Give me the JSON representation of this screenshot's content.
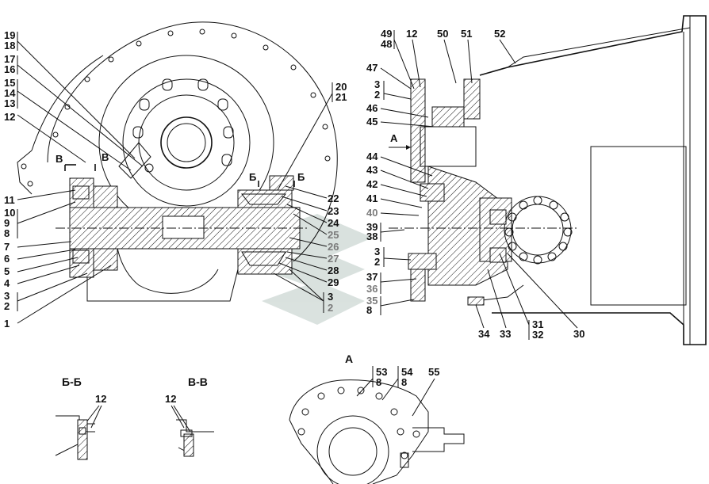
{
  "left_view": {
    "callouts_left": [
      "19",
      "18",
      "17",
      "16",
      "15",
      "14",
      "13",
      "12",
      "11",
      "10",
      "9",
      "8",
      "7",
      "6",
      "5",
      "4",
      "3",
      "2",
      "1"
    ],
    "callouts_right_top": [
      "20",
      "21"
    ],
    "callouts_right": [
      "22",
      "23",
      "24",
      "25",
      "26",
      "27",
      "28",
      "29",
      "3",
      "2"
    ],
    "section_marks": [
      "В",
      "В",
      "Б",
      "Б"
    ]
  },
  "right_view": {
    "callouts_top": [
      "49",
      "48",
      "12",
      "50",
      "51",
      "52"
    ],
    "callouts_left": [
      "47",
      "3",
      "2",
      "46",
      "45",
      "44",
      "43",
      "42",
      "41",
      "40",
      "39",
      "38",
      "3",
      "2",
      "37",
      "36",
      "35",
      "8"
    ],
    "callouts_bottom": [
      "34",
      "33",
      "31",
      "32",
      "30"
    ],
    "view_arrow_label": "А"
  },
  "detail_bb": {
    "title": "Б-Б",
    "callout": "12"
  },
  "detail_vv": {
    "title": "В-В",
    "callout": "12"
  },
  "detail_a": {
    "title": "А",
    "callouts": [
      "53",
      "8",
      "54",
      "8",
      "55"
    ]
  }
}
